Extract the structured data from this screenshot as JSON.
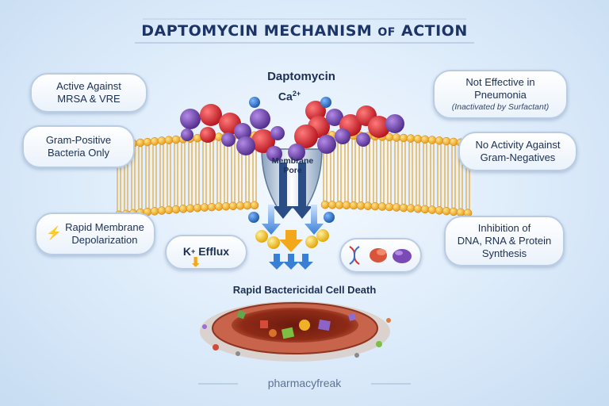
{
  "title": {
    "main": "DAPTOMYCIN MECHANISM",
    "of": "OF",
    "end": "ACTION"
  },
  "drug_label": "Daptomycin",
  "calcium_label": {
    "base": "Ca",
    "charge": "2+"
  },
  "pore_label": [
    "Membrane",
    "Pore"
  ],
  "left_callouts": [
    {
      "lines": [
        "Active Against",
        "MRSA & VRE"
      ]
    },
    {
      "lines": [
        "Gram-Positive",
        "Bacteria Only"
      ]
    },
    {
      "lines": [
        "Rapid Membrane",
        "Depolarization"
      ],
      "icon": "lightning-icon"
    }
  ],
  "right_callouts": [
    {
      "lines": [
        "Not Effective in",
        "Pneumonia"
      ],
      "note": "(Inactivated by Surfactant)"
    },
    {
      "lines": [
        "No Activity Against",
        "Gram-Negatives"
      ]
    },
    {
      "lines": [
        "Inhibition of",
        "DNA, RNA & Protein",
        "Synthesis"
      ]
    }
  ],
  "k_efflux": {
    "label": "K",
    "charge": "+",
    "suffix": "Efflux",
    "icon": "down-arrow-icon"
  },
  "synthesis_icons": [
    "dna-icon",
    "ribosome-icon",
    "protein-icon"
  ],
  "outcome_label": "Rapid Bactericidal Cell Death",
  "brand": "pharmacyfreak",
  "colors": {
    "title": "#1c3466",
    "lipid_head": "#f2b533",
    "peptide_red": "#d8282f",
    "peptide_purple": "#7b4bb5",
    "ion_blue": "#2f78c8",
    "k_ion": "#f5c21b"
  }
}
